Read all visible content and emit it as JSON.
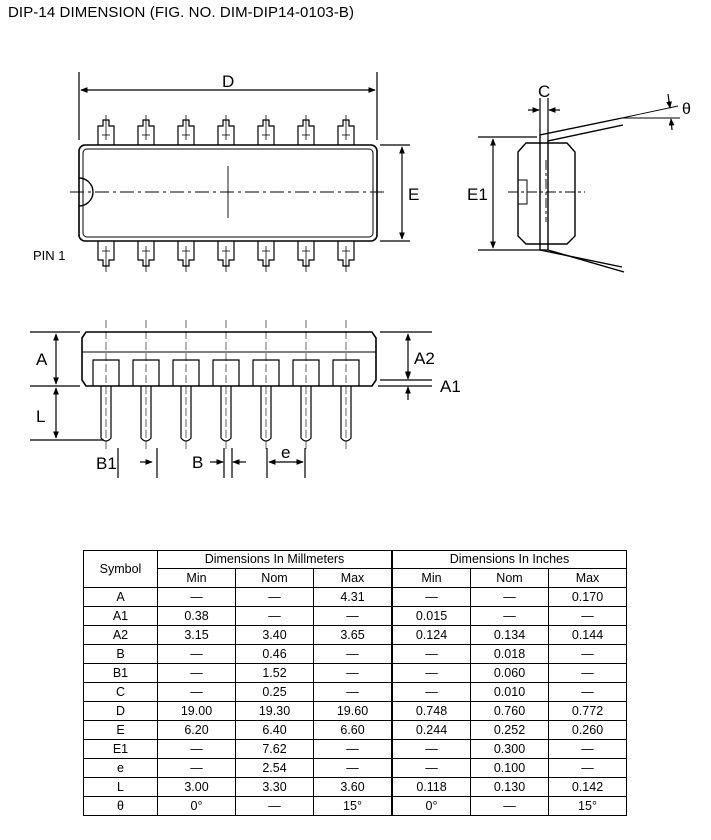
{
  "title": "DIP-14 DIMENSION (FIG. NO. DIM-DIP14-0103-B)",
  "drawing_labels": {
    "d": "D",
    "e": "E",
    "c": "C",
    "theta": "θ",
    "e1": "E1",
    "pin1": "PIN 1",
    "a": "A",
    "a2": "A2",
    "a1": "A1",
    "l": "L",
    "b1": "B1",
    "b": "B",
    "pitch": "e"
  },
  "table": {
    "symbol_header": "Symbol",
    "group_mm": "Dimensions In Millmeters",
    "group_in": "Dimensions In Inches",
    "sub_headers": [
      "Min",
      "Nom",
      "Max",
      "Min",
      "Nom",
      "Max"
    ],
    "rows": [
      {
        "symbol": "A",
        "values": [
          "—",
          "—",
          "4.31",
          "—",
          "—",
          "0.170"
        ]
      },
      {
        "symbol": "A1",
        "values": [
          "0.38",
          "—",
          "—",
          "0.015",
          "—",
          "—"
        ]
      },
      {
        "symbol": "A2",
        "values": [
          "3.15",
          "3.40",
          "3.65",
          "0.124",
          "0.134",
          "0.144"
        ]
      },
      {
        "symbol": "B",
        "values": [
          "—",
          "0.46",
          "—",
          "—",
          "0.018",
          "—"
        ]
      },
      {
        "symbol": "B1",
        "values": [
          "—",
          "1.52",
          "—",
          "—",
          "0.060",
          "—"
        ]
      },
      {
        "symbol": "C",
        "values": [
          "—",
          "0.25",
          "—",
          "—",
          "0.010",
          "—"
        ]
      },
      {
        "symbol": "D",
        "values": [
          "19.00",
          "19.30",
          "19.60",
          "0.748",
          "0.760",
          "0.772"
        ]
      },
      {
        "symbol": "E",
        "values": [
          "6.20",
          "6.40",
          "6.60",
          "0.244",
          "0.252",
          "0.260"
        ]
      },
      {
        "symbol": "E1",
        "values": [
          "—",
          "7.62",
          "—",
          "—",
          "0.300",
          "—"
        ]
      },
      {
        "symbol": "e",
        "values": [
          "—",
          "2.54",
          "—",
          "—",
          "0.100",
          "—"
        ]
      },
      {
        "symbol": "L",
        "values": [
          "3.00",
          "3.30",
          "3.60",
          "0.118",
          "0.130",
          "0.142"
        ]
      },
      {
        "symbol": "θ",
        "values": [
          "0°",
          "—",
          "15°",
          "0°",
          "—",
          "15°"
        ]
      }
    ]
  }
}
